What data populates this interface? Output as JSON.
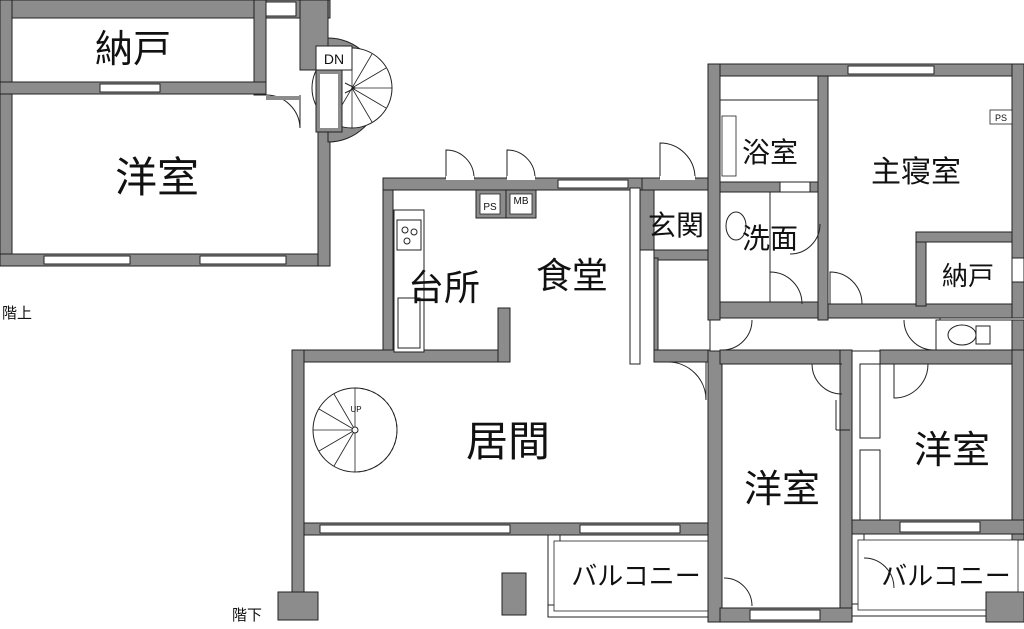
{
  "rooms": {
    "storage_upper": "納戸",
    "western_upper": "洋室",
    "bath": "浴室",
    "master_bedroom": "主寝室",
    "entrance": "玄関",
    "washroom": "洗面",
    "storage_closet": "納戸",
    "kitchen": "台所",
    "dining": "食堂",
    "living": "居間",
    "western_center": "洋室",
    "western_right": "洋室",
    "balcony_left": "バルコニー",
    "balcony_right": "バルコニー"
  },
  "marks": {
    "dn": "DN",
    "up": "UP",
    "ps_master": "PS",
    "ps_kitchen": "PS",
    "mb": "MB"
  },
  "floor_labels": {
    "upper": "階上",
    "lower": "階下"
  },
  "colors": {
    "wall": "#8c8c8c",
    "outline": "#222222",
    "background": "#ffffff"
  }
}
